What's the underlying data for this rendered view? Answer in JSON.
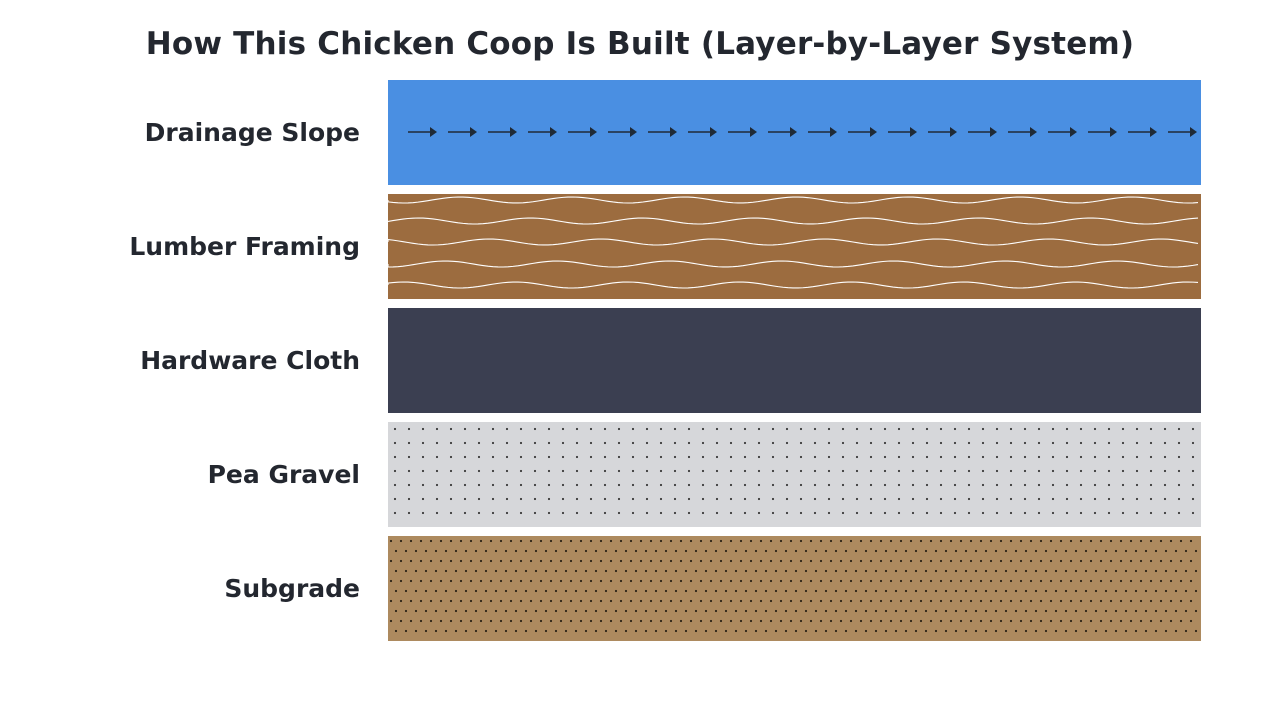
{
  "title": "How This Chicken Coop Is Built (Layer-by-Layer System)",
  "layers": [
    {
      "label": "Drainage Slope",
      "fill": "#4a8fe2",
      "pattern": "arrows",
      "mark_color": "#1f2a37"
    },
    {
      "label": "Lumber Framing",
      "fill": "#9c6c3f",
      "pattern": "waves",
      "mark_color": "#ffffff"
    },
    {
      "label": "Hardware Cloth",
      "fill": "#3b3f51",
      "pattern": "none",
      "mark_color": "#3b3f51"
    },
    {
      "label": "Pea Gravel",
      "fill": "#d6d7da",
      "pattern": "sparse-dots",
      "mark_color": "#3a3a3a"
    },
    {
      "label": "Subgrade",
      "fill": "#ad8a5f",
      "pattern": "dense-dots",
      "mark_color": "#2c2418"
    }
  ]
}
